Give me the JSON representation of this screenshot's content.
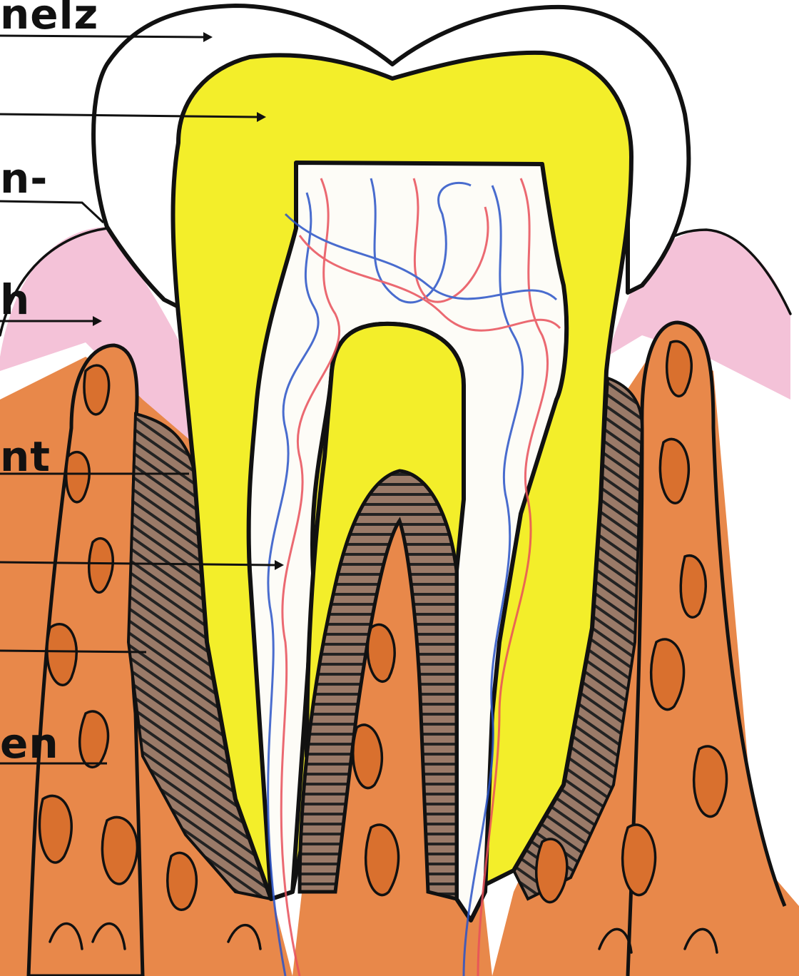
{
  "diagram": {
    "labels": [
      {
        "id": "enamel",
        "text": "nelz"
      },
      {
        "id": "dentin",
        "text": ""
      },
      {
        "id": "neck",
        "text": "n-"
      },
      {
        "id": "gum",
        "text": "h"
      },
      {
        "id": "cement",
        "text": "nt"
      },
      {
        "id": "pulp",
        "text": ""
      },
      {
        "id": "membrane",
        "text": ""
      },
      {
        "id": "bone",
        "text": "en"
      }
    ],
    "colors": {
      "enamel": "#ffffff",
      "dentin": "#f3ee2a",
      "gum": "#f4c2d8",
      "bone": "#e8884a",
      "bone_cavity": "#d9702e",
      "periodontal": "#9a7a68",
      "artery": "#e8505a",
      "vein": "#2a54c8",
      "outline": "#111111"
    }
  }
}
